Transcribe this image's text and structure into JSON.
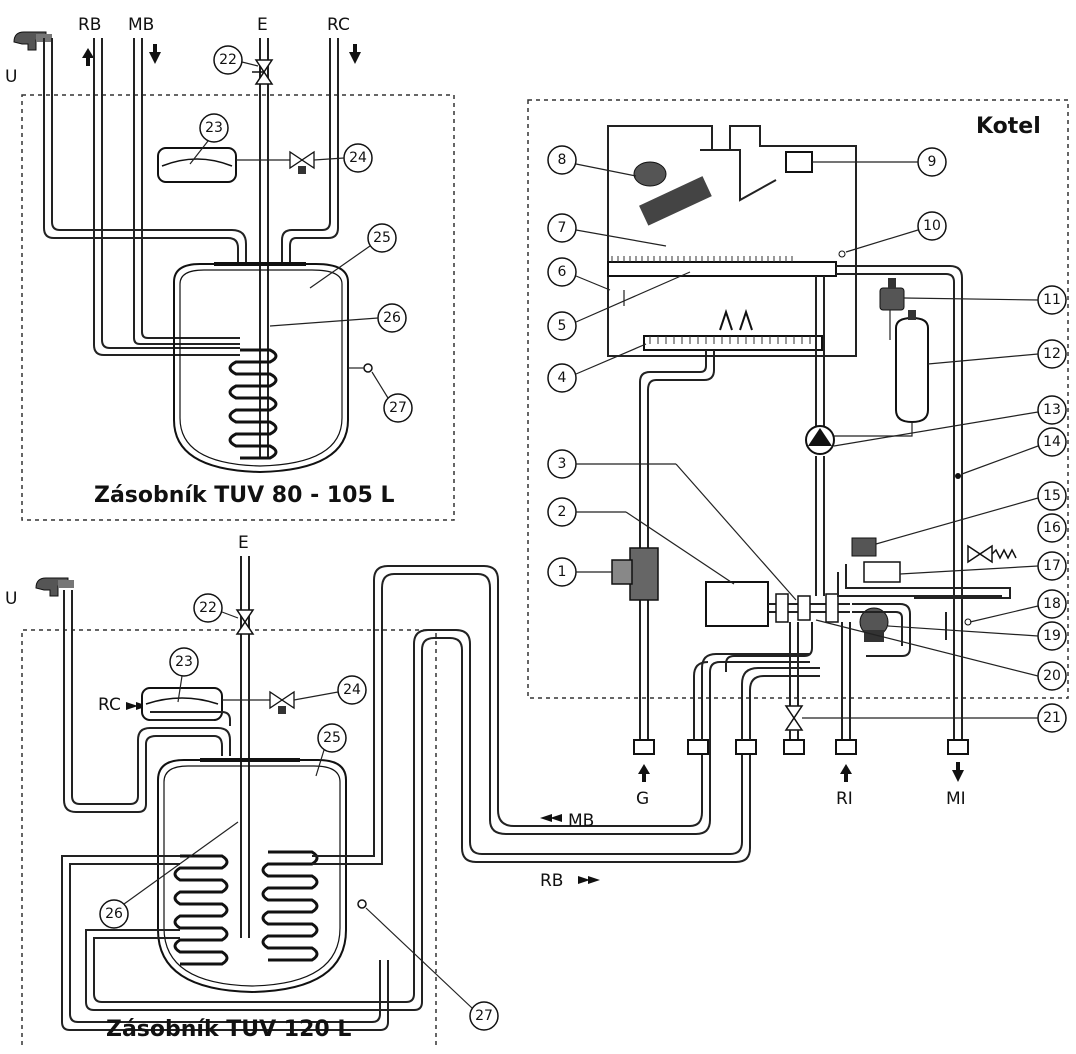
{
  "titles": {
    "boiler": "Kotel",
    "tank_small": "Zásobník TUV 80 - 105 L",
    "tank_large": "Zásobník TUV 120 L"
  },
  "pipe_labels": {
    "top_tank": [
      "RB",
      "MB",
      "E",
      "RC"
    ],
    "u_top": "U",
    "bottom_tank_e": "E",
    "bottom_tank_u": "U",
    "bottom_tank_rc": "RC",
    "mb_return": "MB",
    "rb_flow": "RB",
    "boiler_bottom": [
      "G",
      "RI",
      "MI"
    ]
  },
  "callouts": {
    "boiler": [
      "1",
      "2",
      "3",
      "4",
      "5",
      "6",
      "7",
      "8",
      "9",
      "10",
      "11",
      "12",
      "13",
      "14",
      "15",
      "16",
      "17",
      "18",
      "19",
      "20",
      "21"
    ],
    "tank_top": [
      "22",
      "23",
      "24",
      "25",
      "26",
      "27"
    ],
    "tank_bottom": [
      "22",
      "23",
      "24",
      "25",
      "26",
      "27"
    ]
  }
}
